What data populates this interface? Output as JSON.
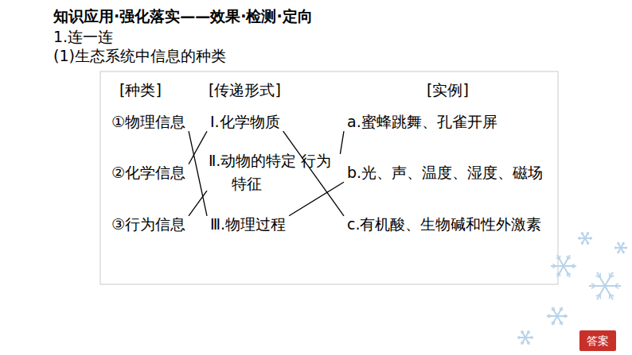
{
  "diagram": {
    "nodes": [
      {
        "text": [
          "①物理信息"
        ]
      },
      {
        "text": [
          "Ⅰ.化学物质"
        ]
      },
      {
        "text": [
          "a.蜜蜂跳舞、孔雀开屏"
        ]
      },
      {
        "text": [
          "②化学信息"
        ]
      },
      {
        "text": [
          "Ⅱ.动物的特定 行为特征"
        ]
      },
      {
        "text": [
          "b.光、声、温度、湿度、磁场"
        ]
      },
      {
        "text": [
          "③行为信息"
        ]
      },
      {
        "text": [
          "Ⅲ.物理过程"
        ]
      },
      {
        "text": [
          "c.有机酸、生物碱和性外激素"
        ]
      },
      {
        "text": [
          "答案"
        ]
      }
    ],
    "edges": [
      {
        "from": 0,
        "to": 7,
        "arrow": "none"
      },
      {
        "from": 3,
        "to": 1,
        "arrow": "none"
      },
      {
        "from": 6,
        "to": 4,
        "arrow": "none"
      },
      {
        "from": 1,
        "to": 8,
        "arrow": "none"
      },
      {
        "from": 4,
        "to": 2,
        "arrow": "none"
      },
      {
        "from": 7,
        "to": 5,
        "arrow": "none"
      }
    ],
    "labels": [
      "知识应用·强化落实——效果·检测·定向",
      "1.连一连",
      "(1)生态系统中信息的种类",
      "[种类]",
      "[传递形式]",
      "[实例]"
    ]
  }
}
